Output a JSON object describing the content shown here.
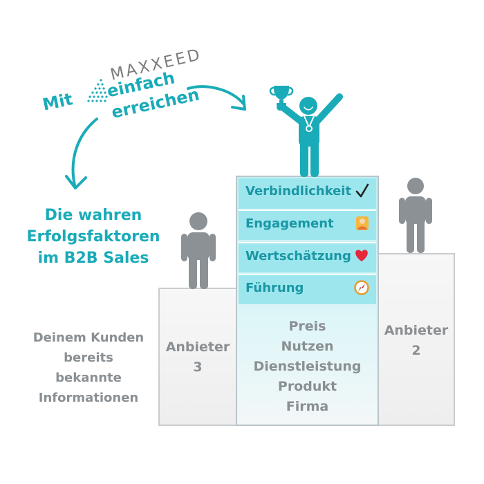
{
  "brand": {
    "name": "MAXXEED"
  },
  "slogan": {
    "prefix": "Mit",
    "line1": "einfach",
    "line2": "erreichen"
  },
  "headline": {
    "line1": "Die wahren",
    "line2": "Erfolgsfaktoren",
    "line3": "im B2B Sales"
  },
  "known_info": {
    "line1": "Deinem Kunden",
    "line2": "bereits",
    "line3": "bekannte",
    "line4": "Informationen"
  },
  "podium": {
    "third": {
      "line1": "Anbieter",
      "line2": "3"
    },
    "second": {
      "line1": "Anbieter",
      "line2": "2"
    }
  },
  "success_factors": [
    {
      "label": "Verbindlichkeit",
      "icon": "checkmark-icon"
    },
    {
      "label": "Engagement",
      "icon": "person-icon"
    },
    {
      "label": "Wertschätzung",
      "icon": "heart-icon"
    },
    {
      "label": "Führung",
      "icon": "compass-icon"
    }
  ],
  "basics": [
    "Preis",
    "Nutzen",
    "Dienstleistung",
    "Produkt",
    "Firma"
  ],
  "colors": {
    "accent": "#1aabb8",
    "highlight": "#9de6ee",
    "neutral": "#8a8f93",
    "figure_grey": "#8c9196"
  }
}
